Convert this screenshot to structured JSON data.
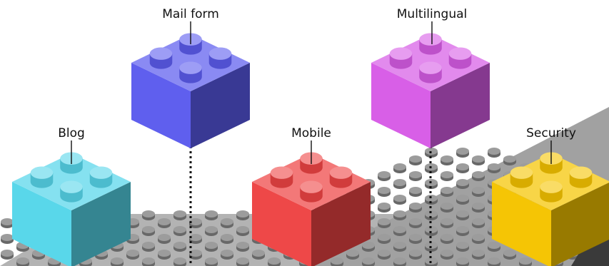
{
  "modules": [
    {
      "label": "Blog",
      "color": "#56d6ea"
    },
    {
      "label": "Mail form",
      "color": "#5c5cee"
    },
    {
      "label": "Mobile",
      "color": "#ee4444"
    },
    {
      "label": "Multilingual",
      "color": "#d75ce6"
    },
    {
      "label": "Security",
      "color": "#f5c400"
    }
  ],
  "baseplate_color": "#8a8a8a"
}
